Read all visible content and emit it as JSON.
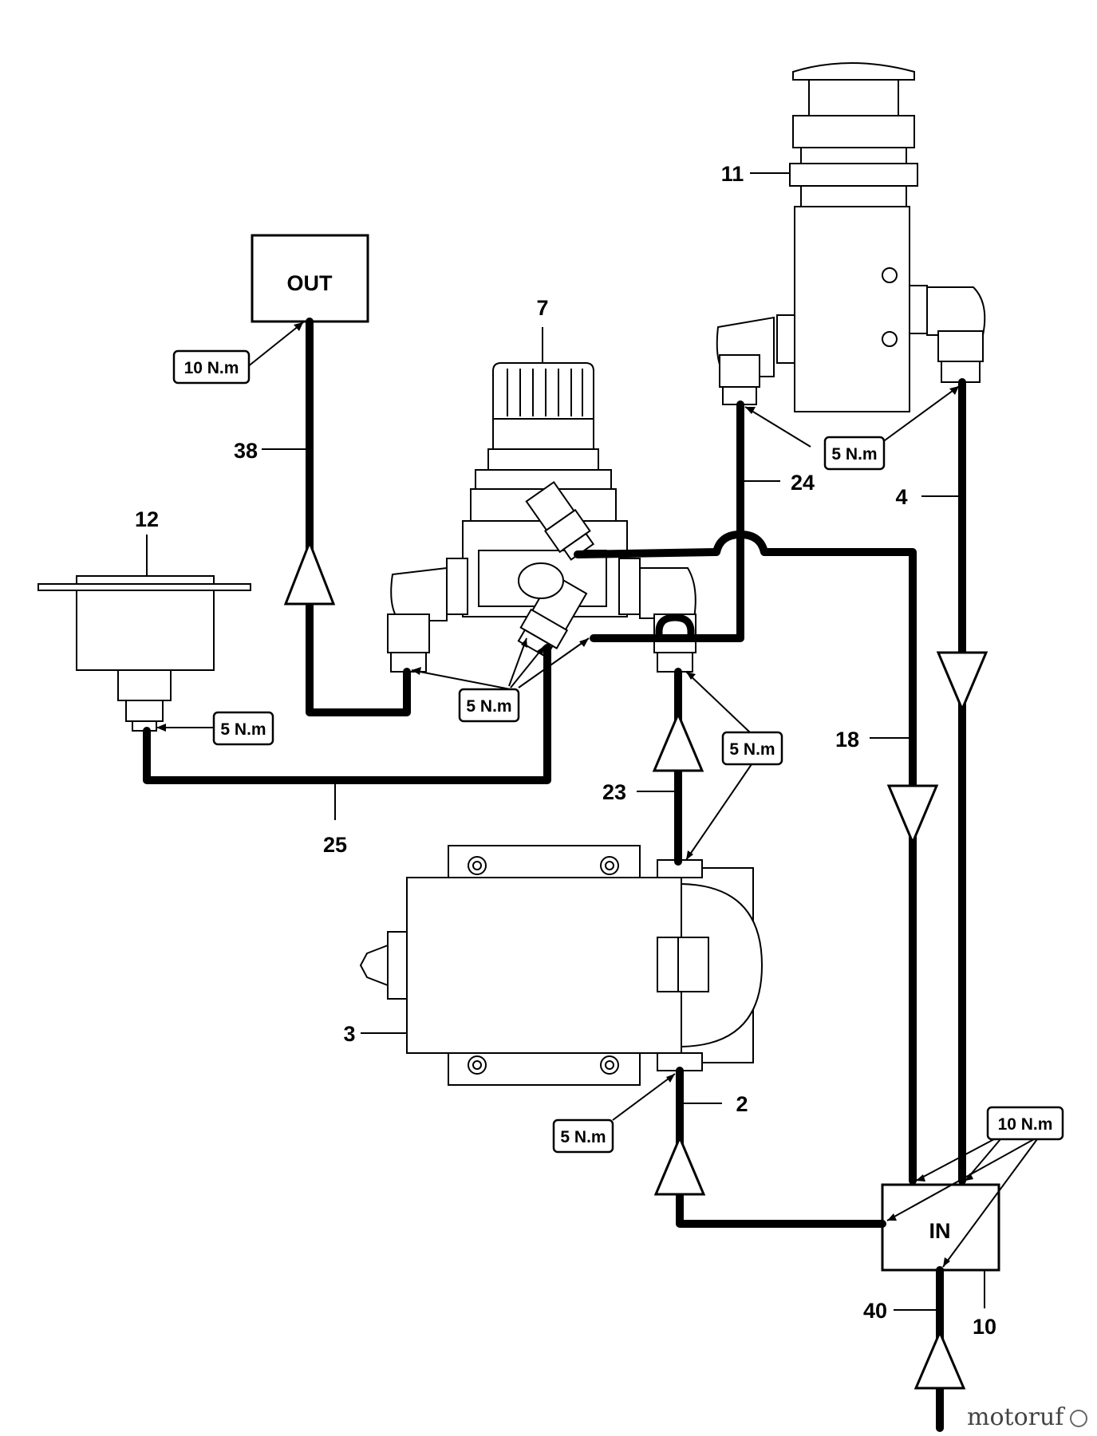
{
  "labels": {
    "out": "OUT",
    "in": "IN",
    "part_7": "7",
    "part_11": "11",
    "part_12": "12",
    "part_38": "38",
    "part_24": "24",
    "part_4": "4",
    "part_25": "25",
    "part_18": "18",
    "part_23": "23",
    "part_3": "3",
    "part_2": "2",
    "part_40": "40",
    "part_10": "10"
  },
  "torque": {
    "out_fitting": "10 N.m",
    "valve_fittings": "5 N.m",
    "regulator_fittings": "5 N.m",
    "tank_fitting": "5 N.m",
    "pump_outlet": "5 N.m",
    "pump_inlet": "5 N.m",
    "in_block": "10 N.m"
  },
  "watermark": "motoruf"
}
